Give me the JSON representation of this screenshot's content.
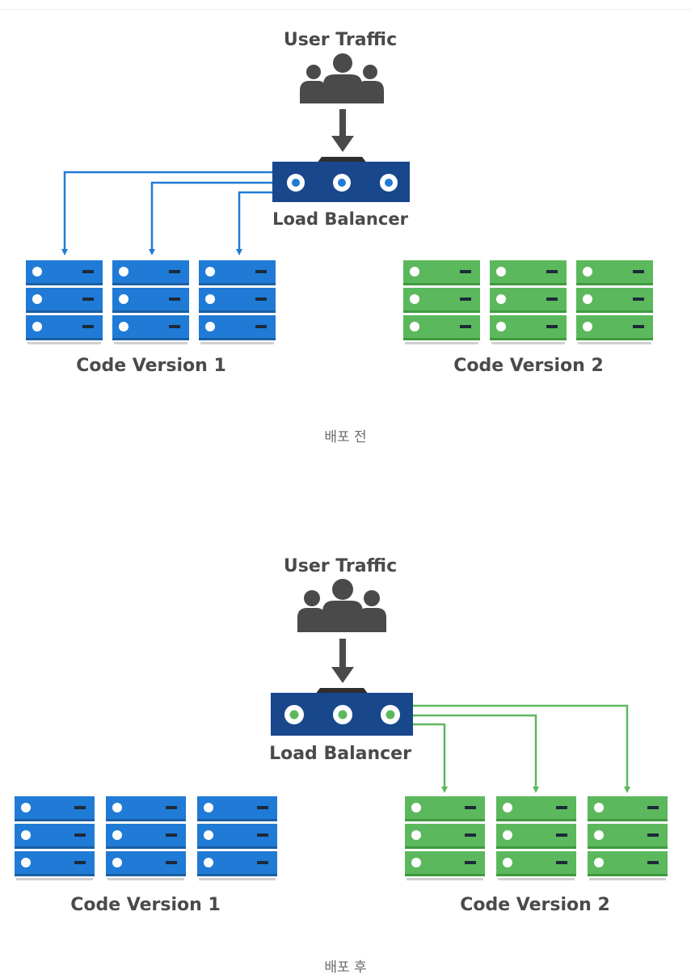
{
  "diagrams": [
    {
      "user_traffic_label": "User Traffic",
      "load_balancer_label": "Load Balancer",
      "group1_label": "Code Version 1",
      "group2_label": "Code Version 2",
      "caption": "배포 전",
      "active_group": "Code Version 1"
    },
    {
      "user_traffic_label": "User Traffic",
      "load_balancer_label": "Load Balancer",
      "group1_label": "Code Version 1",
      "group2_label": "Code Version 2",
      "caption": "배포 후",
      "active_group": "Code Version 2"
    }
  ],
  "colors": {
    "blue": "#1f7bd6",
    "blue_dark": "#1a5fa3",
    "green": "#5cb85c",
    "green_dark": "#3f9a3f",
    "lb_body": "#18478c",
    "people": "#4a4a4a"
  }
}
